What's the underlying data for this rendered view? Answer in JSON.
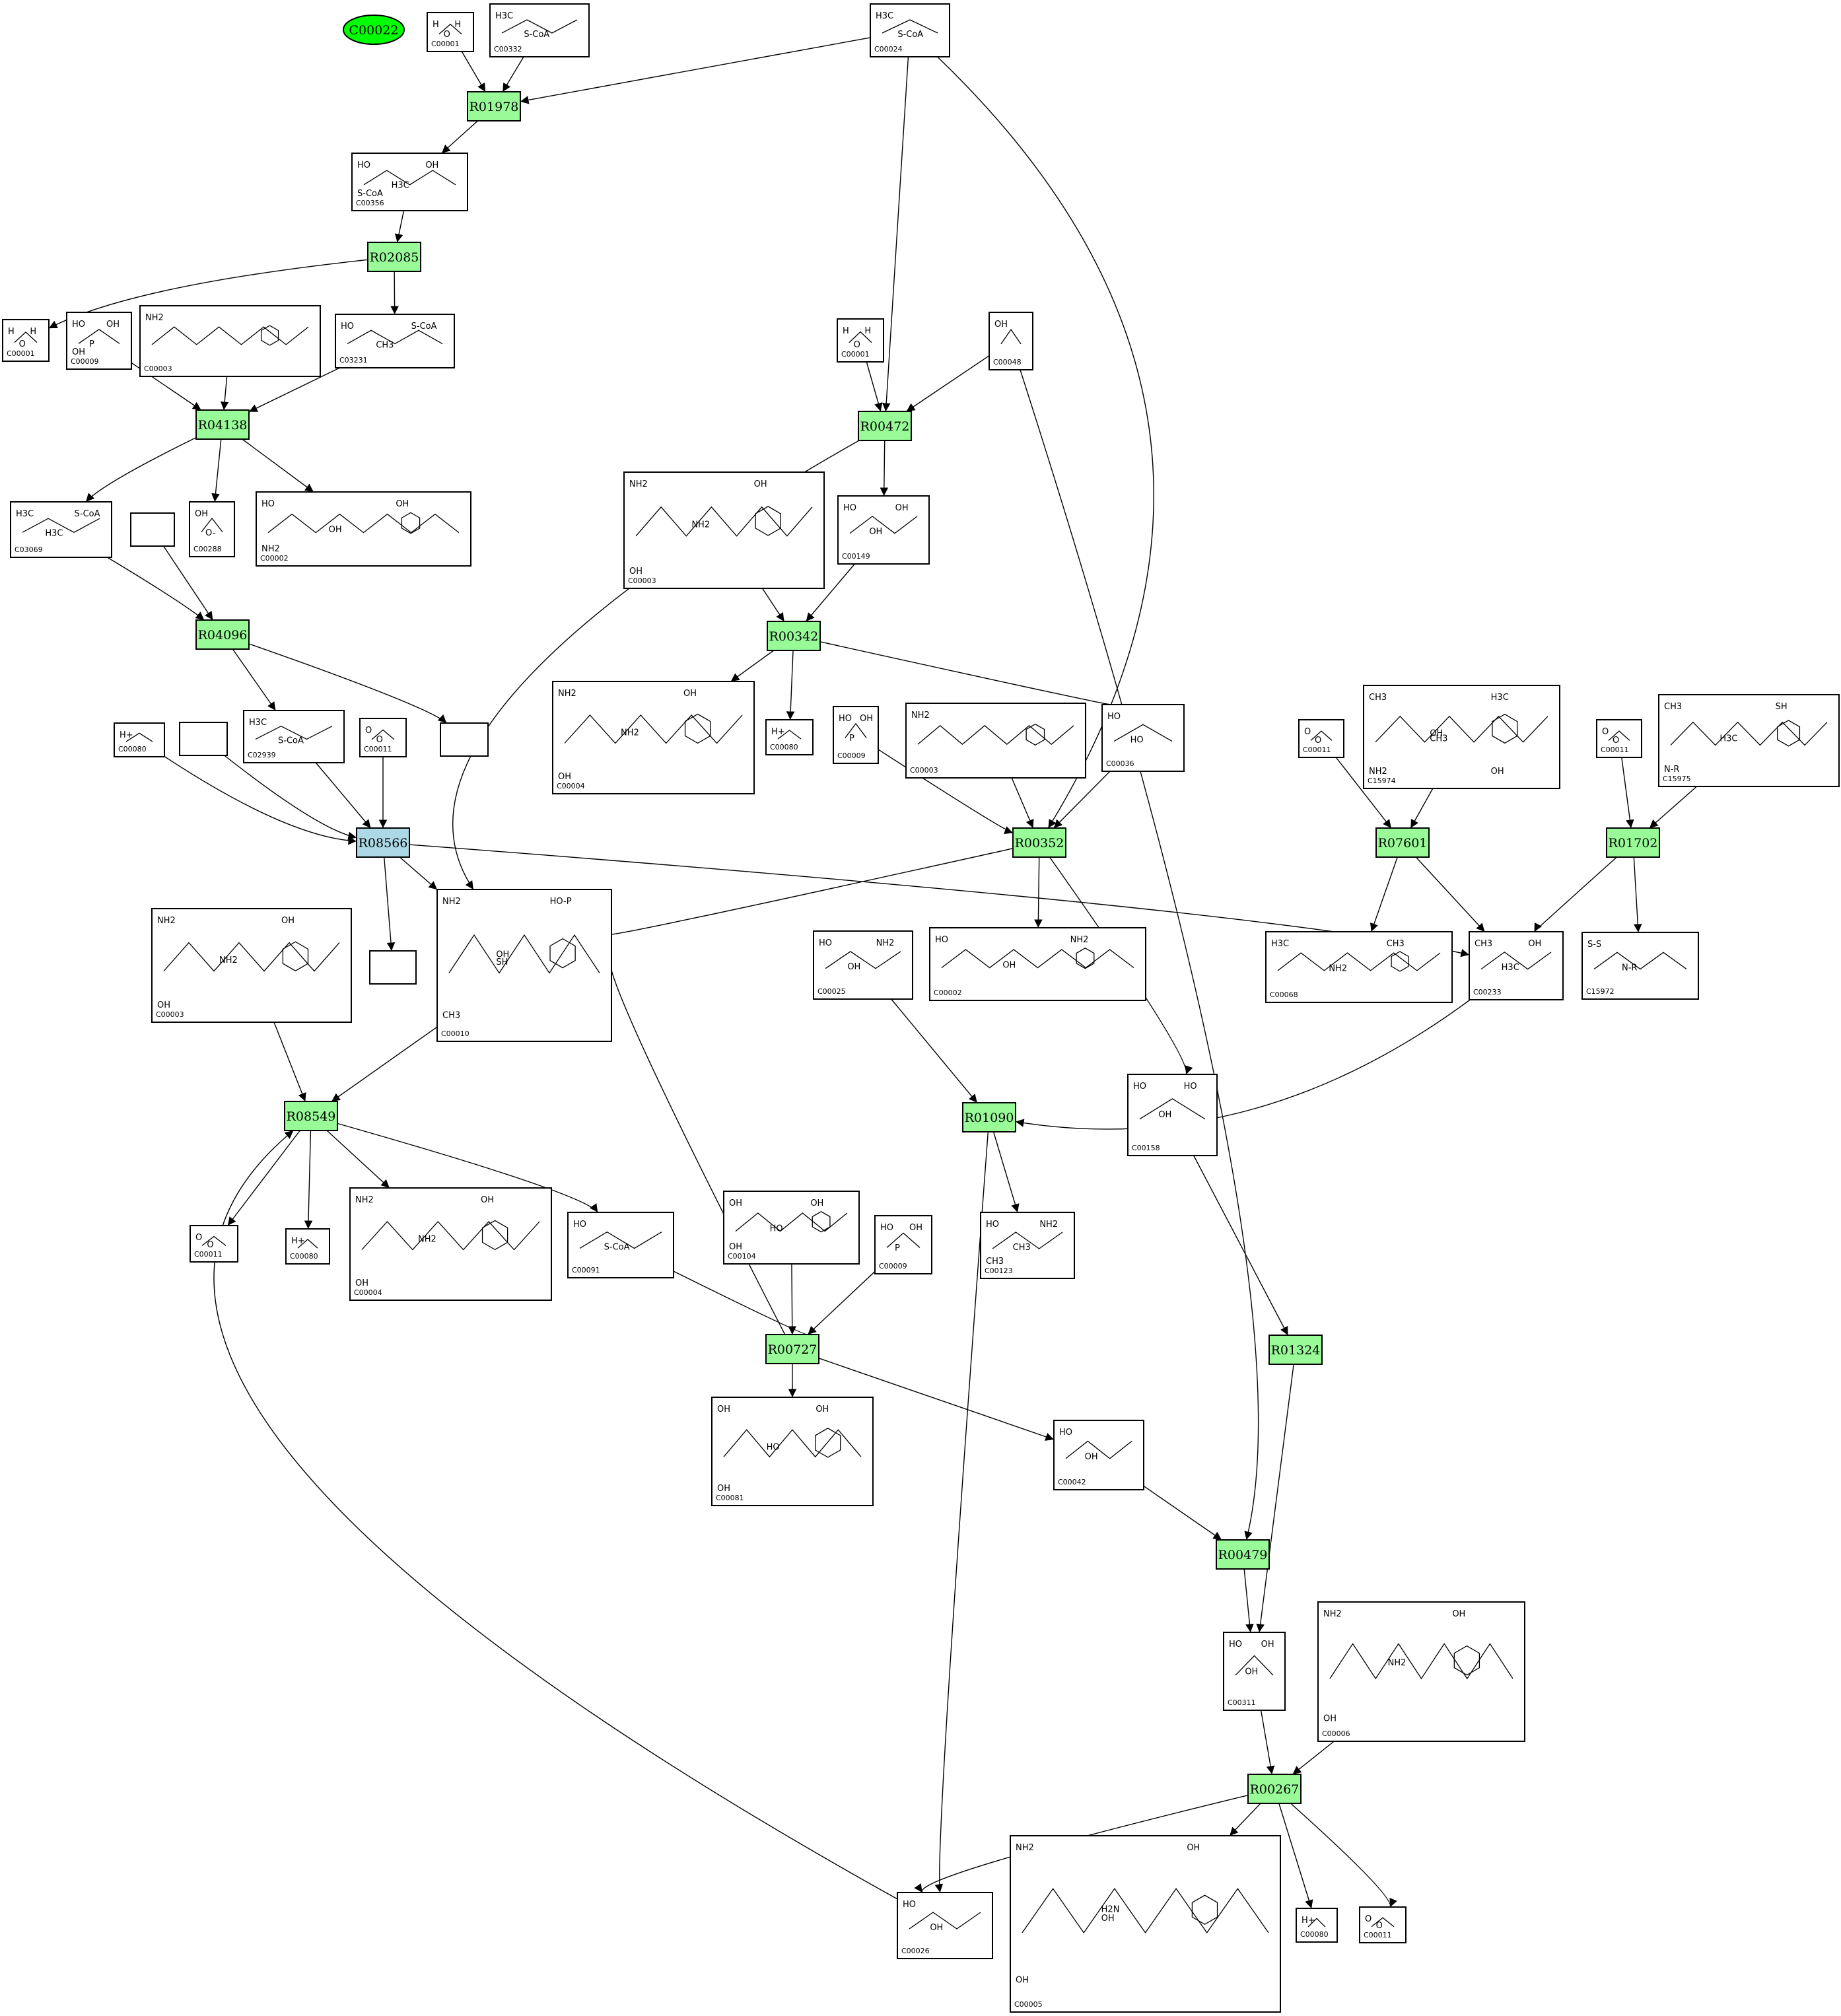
{
  "colors": {
    "reaction": "#98fb98",
    "reaction_alt": "#add8e6",
    "highlight_compound": "#00ff00",
    "border": "#000000"
  },
  "highlight": {
    "id": "C00022"
  },
  "reactions": [
    {
      "id": "R01978",
      "alt": false
    },
    {
      "id": "R02085",
      "alt": false
    },
    {
      "id": "R04138",
      "alt": false
    },
    {
      "id": "R04096",
      "alt": false
    },
    {
      "id": "R08566",
      "alt": true
    },
    {
      "id": "R08549",
      "alt": false
    },
    {
      "id": "R00472",
      "alt": false
    },
    {
      "id": "R00342",
      "alt": false
    },
    {
      "id": "R00352",
      "alt": false
    },
    {
      "id": "R07601",
      "alt": false
    },
    {
      "id": "R01702",
      "alt": false
    },
    {
      "id": "R01090",
      "alt": false
    },
    {
      "id": "R00727",
      "alt": false
    },
    {
      "id": "R01324",
      "alt": false
    },
    {
      "id": "R00479",
      "alt": false
    },
    {
      "id": "R00267",
      "alt": false
    }
  ],
  "compounds": [
    {
      "key": "c00001a",
      "id": "C00001",
      "formula": [
        "H",
        "O",
        "H"
      ]
    },
    {
      "key": "c00332",
      "id": "C00332",
      "formula": [
        "H3C",
        "S-CoA"
      ]
    },
    {
      "key": "c00024",
      "id": "C00024",
      "formula": [
        "H3C",
        "S-CoA"
      ]
    },
    {
      "key": "c00356",
      "id": "C00356",
      "formula": [
        "HO",
        "H3C",
        "OH",
        "S-CoA"
      ]
    },
    {
      "key": "c00001b",
      "id": "C00001",
      "formula": [
        "H",
        "O",
        "H"
      ]
    },
    {
      "key": "c00009a",
      "id": "C00009",
      "formula": [
        "HO",
        "P",
        "OH",
        "OH"
      ]
    },
    {
      "key": "c00003a",
      "id": "C00003",
      "formula": [
        "NH2"
      ]
    },
    {
      "key": "c03231",
      "id": "C03231",
      "formula": [
        "HO",
        "CH3",
        "S-CoA"
      ]
    },
    {
      "key": "c00001c",
      "id": "C00001",
      "formula": [
        "H",
        "O",
        "H"
      ]
    },
    {
      "key": "c00048",
      "id": "C00048",
      "formula": [
        "OH"
      ]
    },
    {
      "key": "c03069",
      "id": "C03069",
      "formula": [
        "H3C",
        "H3C",
        "S-CoA"
      ]
    },
    {
      "key": "c00288",
      "id": "C00288",
      "formula": [
        "OH",
        "O-"
      ]
    },
    {
      "key": "c00002a",
      "id": "C00002",
      "formula": [
        "HO",
        "OH",
        "OH",
        "NH2"
      ]
    },
    {
      "key": "c00003b",
      "id": "C00003",
      "formula": [
        "NH2",
        "NH2",
        "OH",
        "OH"
      ]
    },
    {
      "key": "c00149",
      "id": "C00149",
      "formula": [
        "HO",
        "OH",
        "OH"
      ]
    },
    {
      "key": "c00004a",
      "id": "C00004",
      "formula": [
        "NH2",
        "NH2",
        "OH",
        "OH"
      ]
    },
    {
      "key": "c00080a",
      "id": "C00080",
      "formula": [
        "H+"
      ]
    },
    {
      "key": "c00009b",
      "id": "C00009",
      "formula": [
        "HO",
        "P",
        "OH"
      ]
    },
    {
      "key": "c00003c",
      "id": "C00003",
      "formula": [
        "NH2"
      ]
    },
    {
      "key": "c00036",
      "id": "C00036",
      "formula": [
        "HO",
        "HO"
      ]
    },
    {
      "key": "c00080b",
      "id": "C00080",
      "formula": [
        "H+"
      ]
    },
    {
      "key": "c02939",
      "id": "C02939",
      "formula": [
        "H3C",
        "S-CoA"
      ]
    },
    {
      "key": "c00011a",
      "id": "C00011",
      "formula": [
        "O",
        "O"
      ]
    },
    {
      "key": "c00011b",
      "id": "C00011",
      "formula": [
        "O",
        "O"
      ]
    },
    {
      "key": "c15974",
      "id": "C15974",
      "formula": [
        "CH3",
        "OH",
        "H3C",
        "NH2",
        "CH3",
        "OH"
      ]
    },
    {
      "key": "c00011c",
      "id": "C00011",
      "formula": [
        "O",
        "O"
      ]
    },
    {
      "key": "c15975",
      "id": "C15975",
      "formula": [
        "CH3",
        "H3C",
        "SH",
        "N-R"
      ]
    },
    {
      "key": "c00003d",
      "id": "C00003",
      "formula": [
        "NH2",
        "NH2",
        "OH",
        "OH"
      ]
    },
    {
      "key": "c00010",
      "id": "C00010",
      "formula": [
        "NH2",
        "OH",
        "HO-P",
        "CH3",
        "SH"
      ]
    },
    {
      "key": "c00025",
      "id": "C00025",
      "formula": [
        "HO",
        "OH",
        "NH2"
      ]
    },
    {
      "key": "c00002b",
      "id": "C00002",
      "formula": [
        "HO",
        "OH",
        "NH2"
      ]
    },
    {
      "key": "c00068",
      "id": "C00068",
      "formula": [
        "H3C",
        "NH2",
        "CH3"
      ]
    },
    {
      "key": "c00233",
      "id": "C00233",
      "formula": [
        "CH3",
        "H3C",
        "OH"
      ]
    },
    {
      "key": "c15972",
      "id": "C15972",
      "formula": [
        "S-S",
        "N-R"
      ]
    },
    {
      "key": "c00158",
      "id": "C00158",
      "formula": [
        "HO",
        "OH",
        "HO"
      ]
    },
    {
      "key": "c00011d",
      "id": "C00011",
      "formula": [
        "O",
        "O"
      ]
    },
    {
      "key": "c00080c",
      "id": "C00080",
      "formula": [
        "H+"
      ]
    },
    {
      "key": "c00004b",
      "id": "C00004",
      "formula": [
        "NH2",
        "NH2",
        "OH",
        "OH"
      ]
    },
    {
      "key": "c00091",
      "id": "C00091",
      "formula": [
        "HO",
        "S-CoA"
      ]
    },
    {
      "key": "c00104",
      "id": "C00104",
      "formula": [
        "OH",
        "HO",
        "OH",
        "OH"
      ]
    },
    {
      "key": "c00009c",
      "id": "C00009",
      "formula": [
        "HO",
        "P",
        "OH"
      ]
    },
    {
      "key": "c00123",
      "id": "C00123",
      "formula": [
        "HO",
        "CH3",
        "NH2",
        "CH3"
      ]
    },
    {
      "key": "c00081",
      "id": "C00081",
      "formula": [
        "OH",
        "HO",
        "OH",
        "OH"
      ]
    },
    {
      "key": "c00042",
      "id": "C00042",
      "formula": [
        "HO",
        "OH"
      ]
    },
    {
      "key": "c00311",
      "id": "C00311",
      "formula": [
        "HO",
        "OH",
        "OH"
      ]
    },
    {
      "key": "c00006",
      "id": "C00006",
      "formula": [
        "NH2",
        "NH2",
        "OH",
        "OH"
      ]
    },
    {
      "key": "c00026",
      "id": "C00026",
      "formula": [
        "HO",
        "OH"
      ]
    },
    {
      "key": "c00005",
      "id": "C00005",
      "formula": [
        "NH2",
        "H2N",
        "OH",
        "OH",
        "OH"
      ]
    },
    {
      "key": "c00080d",
      "id": "C00080",
      "formula": [
        "H+"
      ]
    },
    {
      "key": "c00011e",
      "id": "C00011",
      "formula": [
        "O",
        "O"
      ]
    }
  ]
}
